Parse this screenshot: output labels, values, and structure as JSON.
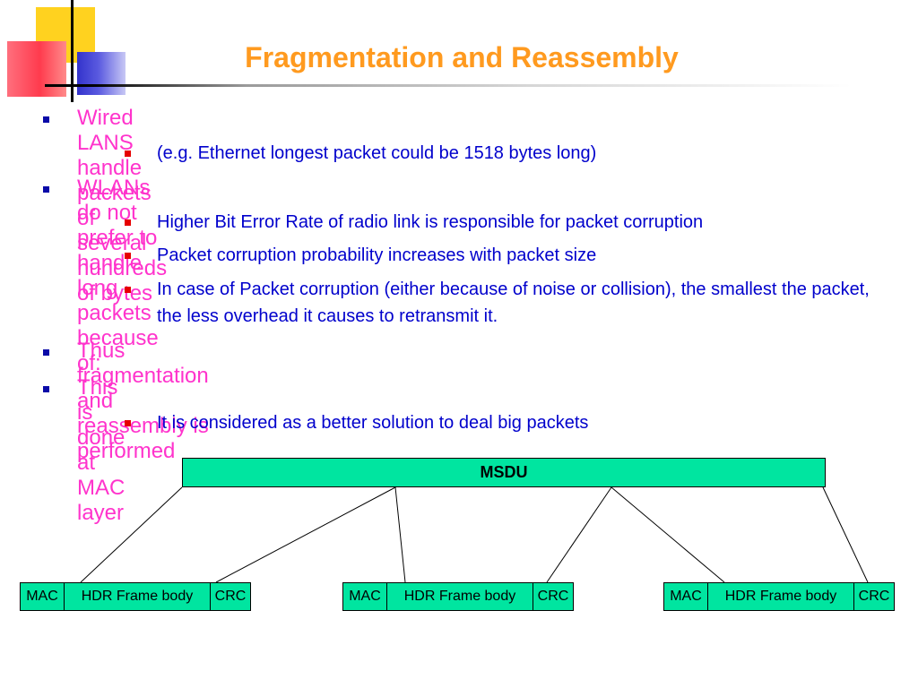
{
  "title": "Fragmentation and Reassembly",
  "bullets": [
    {
      "level": 1,
      "text": "Wired LANS handle packets of several hundreds of bytes"
    },
    {
      "level": 2,
      "text": "(e.g. Ethernet longest packet could be 1518 bytes long)"
    },
    {
      "level": 1,
      "text": "WLANs do not prefer to handle long packets because of:"
    },
    {
      "level": 2,
      "text": "Higher Bit Error Rate of radio link is responsible for packet corruption"
    },
    {
      "level": 2,
      "text": "Packet corruption probability increases with packet size"
    },
    {
      "level": 2,
      "text": "In case of Packet corruption (either because of noise or collision), the smallest the packet, the less overhead it causes to retransmit it."
    },
    {
      "level": 1,
      "text": "Thus fragmentation and reassembly is performed"
    },
    {
      "level": 1,
      "text": "This is done at MAC layer"
    },
    {
      "level": 2,
      "text": "It is considered as a better solution to deal big packets"
    }
  ],
  "diagram": {
    "msdu_label": "MSDU",
    "fragments": [
      {
        "mac": "MAC",
        "body": "HDR Frame body",
        "crc": "CRC"
      },
      {
        "mac": "MAC",
        "body": "HDR Frame body",
        "crc": "CRC"
      },
      {
        "mac": "MAC",
        "body": "HDR Frame body",
        "crc": "CRC"
      }
    ]
  },
  "colors": {
    "title": "#ff9a1f",
    "level1_text": "#ff33cc",
    "level2_text": "#0000cc",
    "box_fill": "#00e5a0"
  }
}
